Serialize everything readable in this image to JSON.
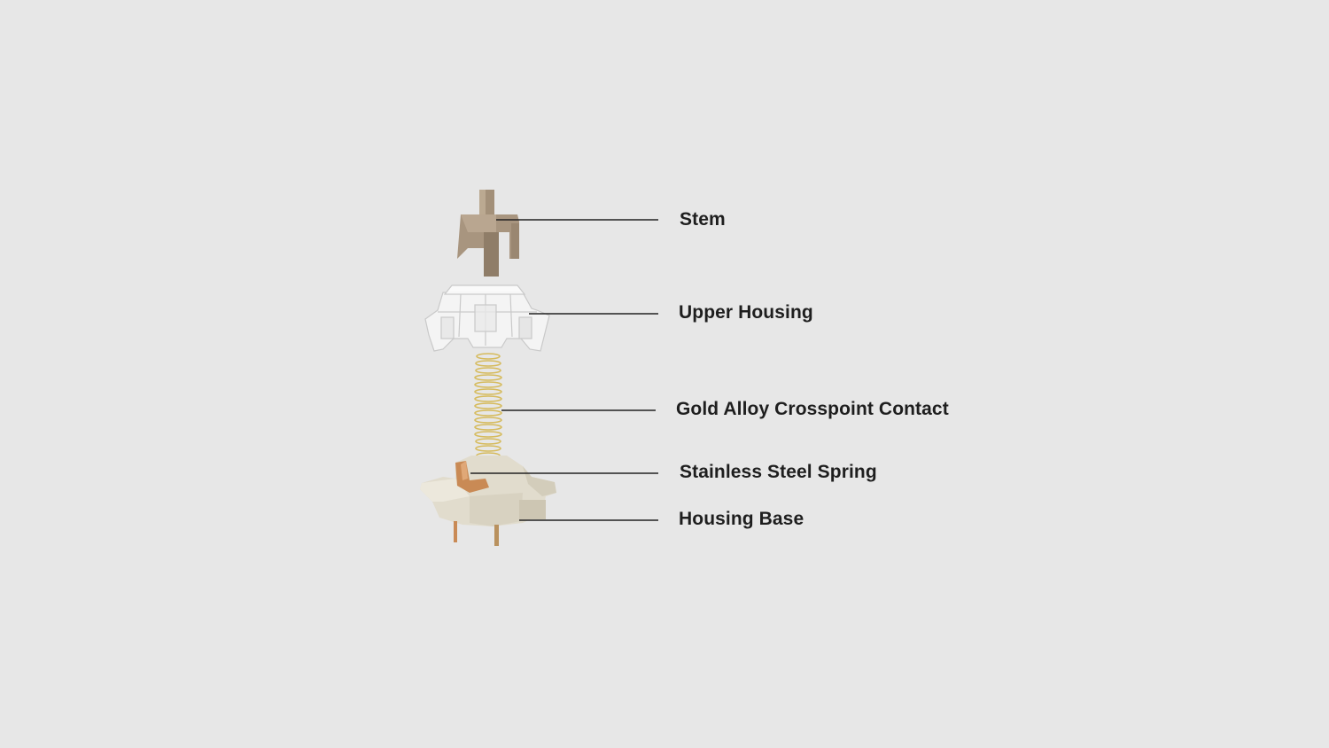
{
  "background_color": "#e7e7e7",
  "labels": {
    "stem": "Stem",
    "upper_housing": "Upper Housing",
    "contact": "Gold Alloy Crosspoint Contact",
    "spring": "Stainless Steel Spring",
    "housing_base": "Housing Base"
  },
  "colors": {
    "stem": "#a8957f",
    "upper_housing": "#f4f4f4",
    "spring": "#d9bf63",
    "contact": "#c98a55",
    "housing_base": "#e1dccd",
    "leader_line": "#222222"
  }
}
